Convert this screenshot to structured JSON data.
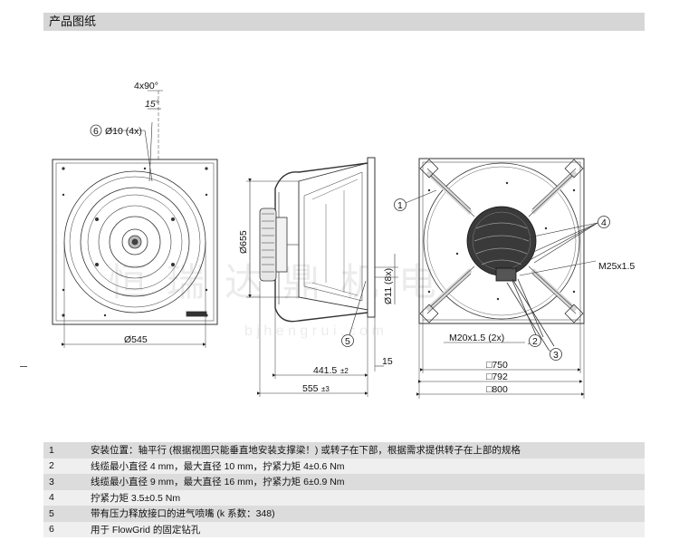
{
  "header": {
    "title": "产品图纸"
  },
  "drawing": {
    "angle_count": "4x90°",
    "angle_offset": "15°",
    "hole_spec": "Ø10 (4x)",
    "callout_6": "6",
    "dia_545": "Ø545",
    "dia_655": "Ø655",
    "dim_441": "441.5",
    "tol_441": "±2",
    "dim_555": "555",
    "tol_555": "±3",
    "dim_15": "15",
    "callout_5": "5",
    "dia_11": "Ø11 (8x)",
    "callout_1": "1",
    "callout_4": "4",
    "m25": "M25x1.5",
    "m20": "M20x1.5 (2x)",
    "callout_2": "2",
    "callout_3": "3",
    "sq_750": "□750",
    "sq_792": "□792",
    "sq_800": "□800",
    "watermark": "恒瑞达鼎机电",
    "watermark_url": "b j h e n g r u i . c o m"
  },
  "notes": [
    {
      "num": "1",
      "text": "安装位置：轴平行 (根据视图只能垂直地安装支撑梁！) 或转子在下部，根据需求提供转子在上部的规格"
    },
    {
      "num": "2",
      "text": "线缆最小直径 4 mm，最大直径 10 mm，拧紧力矩 4±0.6 Nm"
    },
    {
      "num": "3",
      "text": "线缆最小直径 9 mm，最大直径 16 mm，拧紧力矩 6±0.9 Nm"
    },
    {
      "num": "4",
      "text": "拧紧力矩 3.5±0.5 Nm"
    },
    {
      "num": "5",
      "text": "带有压力释放接口的进气喷嘴 (k 系数：348)"
    },
    {
      "num": "6",
      "text": "用于 FlowGrid 的固定钻孔"
    }
  ]
}
